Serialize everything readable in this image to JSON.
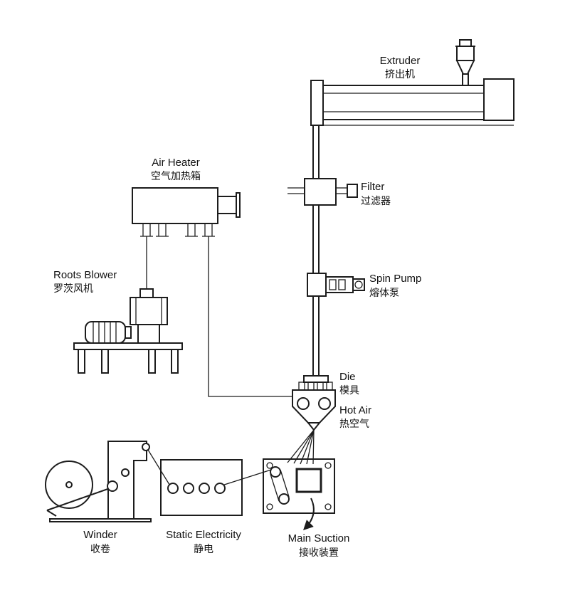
{
  "diagram": {
    "type": "process-flow-diagram",
    "subject": "melt-blown extrusion production line"
  },
  "colors": {
    "ink": "#1c1c1c",
    "background": "#ffffff"
  },
  "components": {
    "extruder": {
      "en": "Extruder",
      "zh": "挤出机"
    },
    "air_heater": {
      "en": "Air Heater",
      "zh": "空气加热箱"
    },
    "roots_blower": {
      "en": "Roots Blower",
      "zh": "罗茨风机"
    },
    "filter": {
      "en": "Filter",
      "zh": "过滤器"
    },
    "spin_pump": {
      "en": "Spin Pump",
      "zh": "熔体泵"
    },
    "die": {
      "en": "Die",
      "zh": "模具"
    },
    "hot_air": {
      "en": "Hot Air",
      "zh": "热空气"
    },
    "winder": {
      "en": "Winder",
      "zh": "收卷"
    },
    "static_electricity": {
      "en": "Static Electricity",
      "zh": "静电"
    },
    "main_suction": {
      "en": "Main Suction",
      "zh": "接收装置"
    }
  }
}
